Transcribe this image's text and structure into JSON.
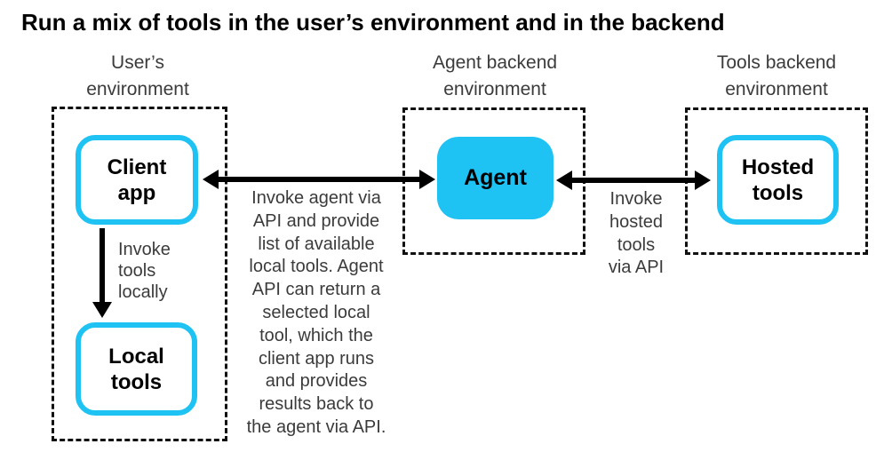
{
  "title": "Run a mix of tools in the user’s environment and in the backend",
  "columns": {
    "user_env_label": "User’s\nenvironment",
    "agent_env_label": "Agent backend\nenvironment",
    "tools_env_label": "Tools backend\nenvironment"
  },
  "nodes": {
    "client_app": "Client\napp",
    "local_tools": "Local\ntools",
    "agent": "Agent",
    "hosted_tools": "Hosted\ntools"
  },
  "labels": {
    "invoke_tools_locally": "Invoke\ntools\nlocally",
    "invoke_agent_via_api": "Invoke agent via\nAPI and provide\nlist of available\nlocal tools. Agent\nAPI can return a\nselected local\ntool, which the\nclient app runs\nand provides\nresults back to\nthe agent via API.",
    "invoke_hosted_tools": "Invoke\nhosted\ntools\nvia API"
  },
  "colors": {
    "accent_cyan": "#1ec2f3",
    "arrow_black": "#000000",
    "body_text": "#3b3b3b",
    "title_text": "#000000",
    "background": "#ffffff"
  }
}
